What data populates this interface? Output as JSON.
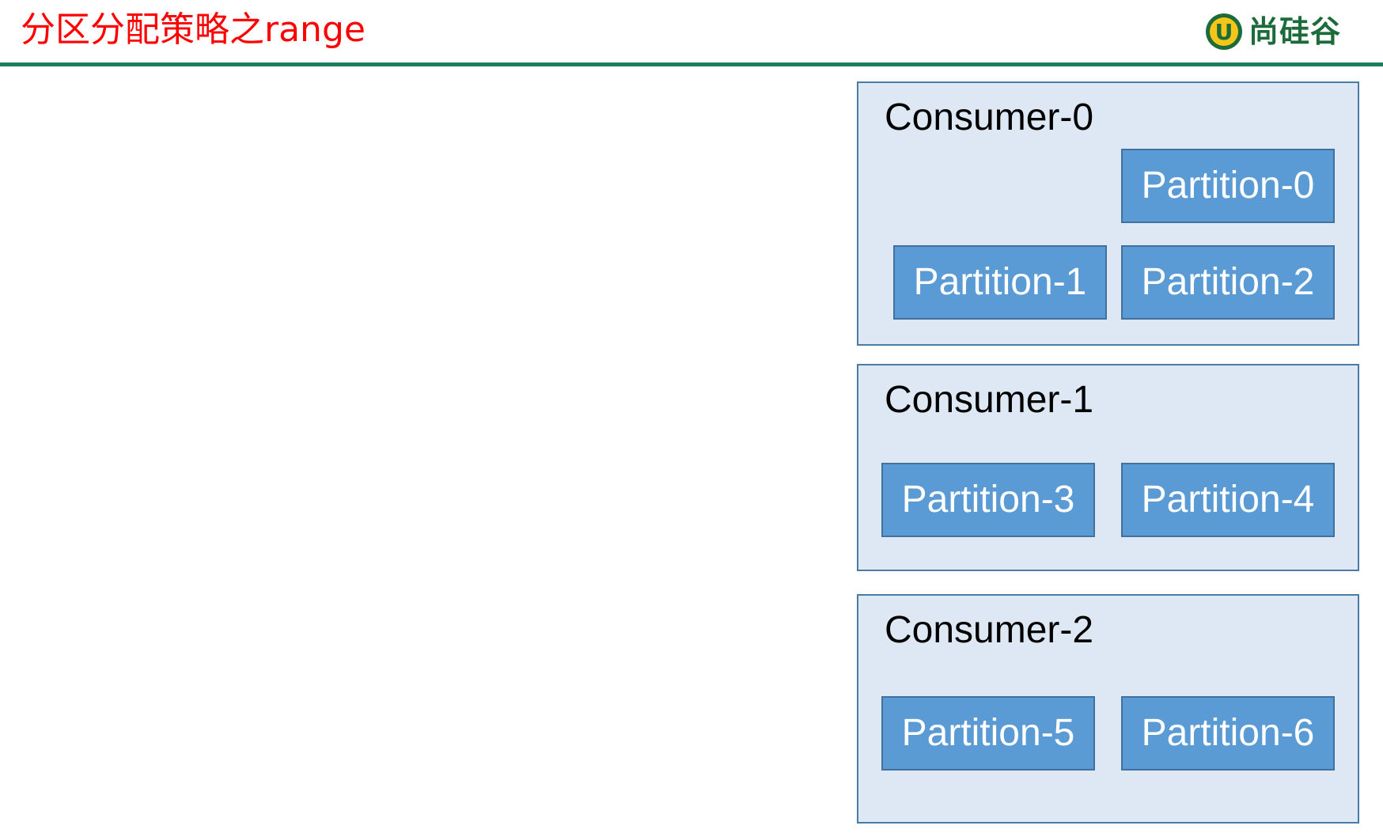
{
  "header": {
    "title": "分区分配策略之range",
    "brand": "尚硅谷",
    "brand_mark": "U"
  },
  "consumers": [
    {
      "label": "Consumer-0",
      "partitions": [
        "Partition-0",
        "Partition-1",
        "Partition-2"
      ]
    },
    {
      "label": "Consumer-1",
      "partitions": [
        "Partition-3",
        "Partition-4"
      ]
    },
    {
      "label": "Consumer-2",
      "partitions": [
        "Partition-5",
        "Partition-6"
      ]
    }
  ],
  "colors": {
    "title": "#ff0000",
    "header_rule": "#1b7d5e",
    "consumer_fill": "#dee8f4",
    "consumer_border": "#4a7ba6",
    "partition_fill": "#5b9bd5",
    "partition_border": "#41719c",
    "brand_green": "#1c6b3a",
    "brand_yellow": "#f5c518"
  }
}
